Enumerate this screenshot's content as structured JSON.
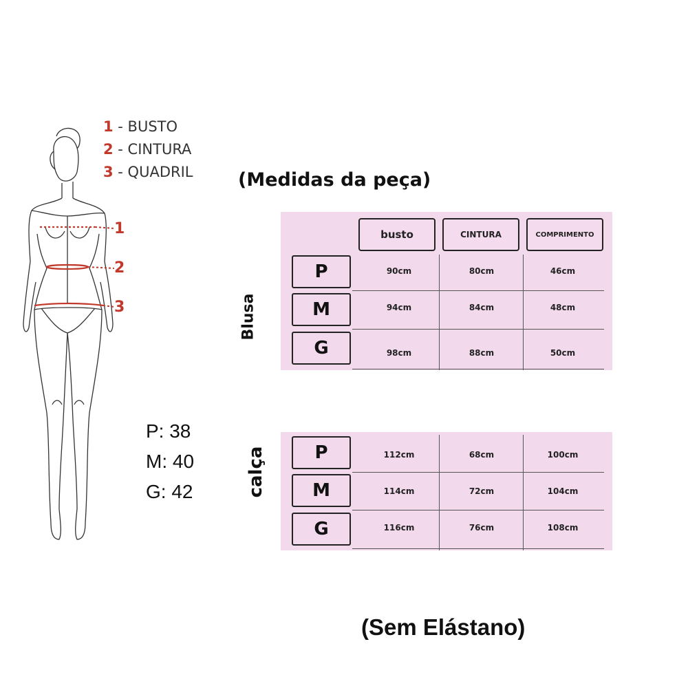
{
  "legend": [
    {
      "num": "1",
      "text": " - BUSTO"
    },
    {
      "num": "2",
      "text": " - CINTURA"
    },
    {
      "num": "3",
      "text": " - QUADRIL"
    }
  ],
  "figure_marks": [
    "1",
    "2",
    "3"
  ],
  "title": "(Medidas da peça)",
  "headers": [
    "busto",
    "CINTURA",
    "COMPRIMENTO"
  ],
  "blusa": {
    "label": "Blusa",
    "rows": [
      {
        "size": "P",
        "busto": "90cm",
        "cintura": "80cm",
        "comprimento": "46cm"
      },
      {
        "size": "M",
        "busto": "94cm",
        "cintura": "84cm",
        "comprimento": "48cm"
      },
      {
        "size": "G",
        "busto": "98cm",
        "cintura": "88cm",
        "comprimento": "50cm"
      }
    ]
  },
  "calca": {
    "label": "calça",
    "rows": [
      {
        "size": "P",
        "busto": "112cm",
        "cintura": "68cm",
        "comprimento": "100cm"
      },
      {
        "size": "M",
        "busto": "114cm",
        "cintura": "72cm",
        "comprimento": "104cm"
      },
      {
        "size": "G",
        "busto": "116cm",
        "cintura": "76cm",
        "comprimento": "108cm"
      }
    ]
  },
  "size_numbers": [
    "P: 38",
    "M: 40",
    "G: 42"
  ],
  "footer": "(Sem Elástano)",
  "colors": {
    "accent_red": "#c0392b",
    "panel_pink": "#f2d9ec"
  }
}
